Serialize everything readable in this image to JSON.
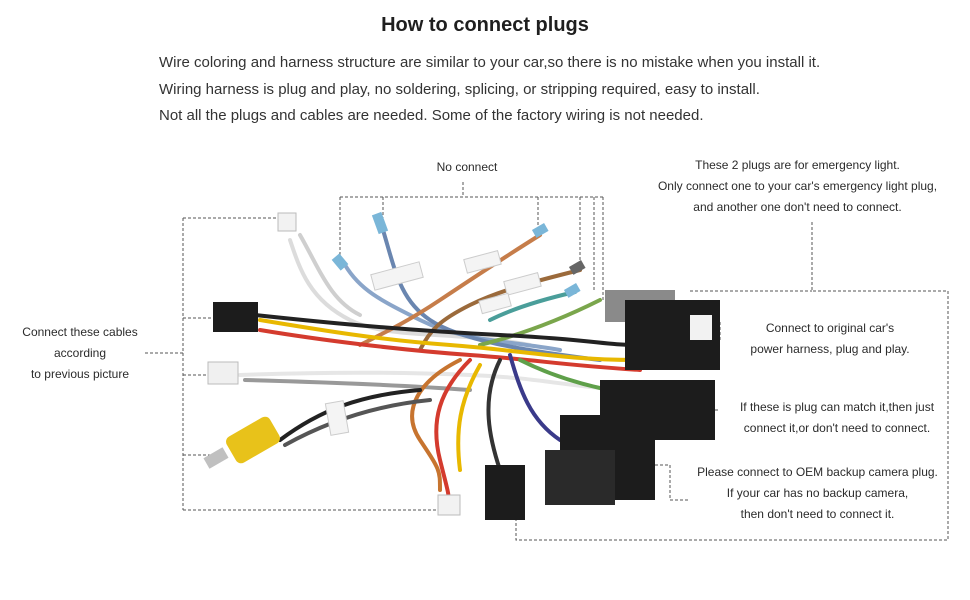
{
  "title": "How to connect plugs",
  "intro": [
    "Wire coloring and harness structure are similar to your car,so there is no mistake when you install it.",
    "Wiring harness is plug and play, no soldering, splicing, or stripping required, easy to install.",
    "Not all the plugs and cables are needed. Some of the factory wiring is not needed."
  ],
  "notes": {
    "no_connect": [
      "No connect"
    ],
    "emergency": [
      "These 2 plugs are for emergency light.",
      "Only connect one to your car's emergency light plug,",
      "and another one don't need to connect."
    ],
    "cables": [
      "Connect these cables",
      "according",
      "to previous picture"
    ],
    "power": [
      "Connect to original car's",
      "power harness, plug and play."
    ],
    "match": [
      "If these is plug can match it,then just",
      "connect it,or don't need to connect."
    ],
    "camera": [
      "Please connect to OEM backup camera plug.",
      "If your car has no backup camera,",
      "then don't need to connect it."
    ]
  },
  "colors": {
    "leader_line": "#555555",
    "plug_black": "#1c1c1c",
    "plug_grey": "#8a8a8a",
    "rca_yellow": "#e8c21a"
  },
  "icons": [
    "wiring-harness-photo",
    "rca-connector",
    "iso-plug",
    "small-white-connector"
  ]
}
